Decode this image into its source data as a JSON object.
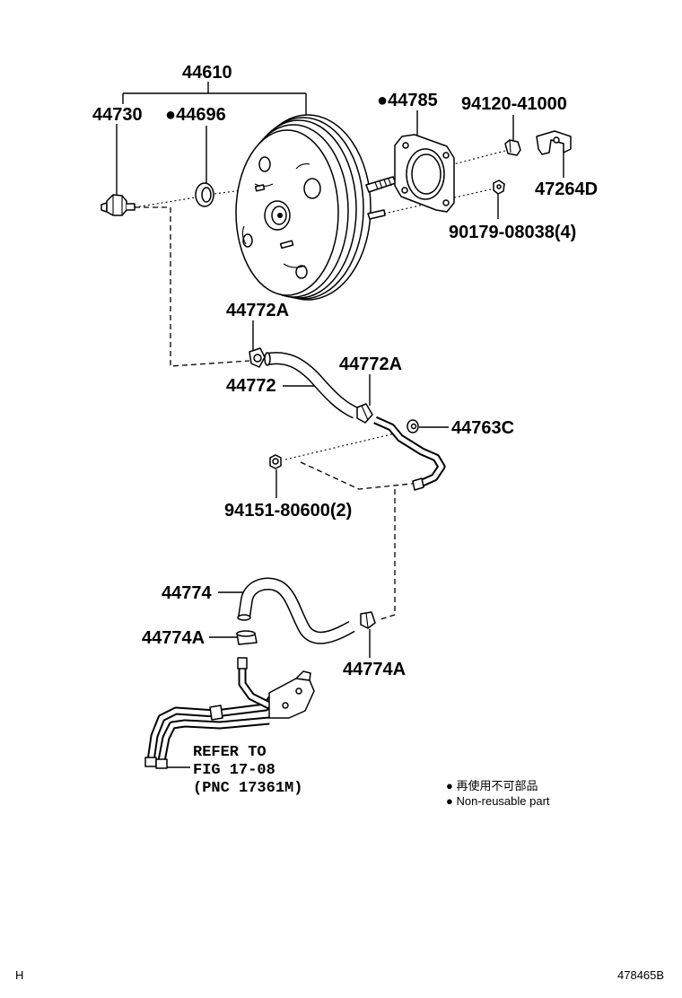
{
  "callouts": [
    "44610",
    "44730",
    "●44696",
    "●44785",
    "94120-41000",
    "47264D",
    "90179-08038(4)",
    "44772A",
    "44772A",
    "44772",
    "44763C",
    "94151-80600(2)",
    "44774",
    "44774A",
    "44774A"
  ],
  "reference": [
    "REFER TO",
    "FIG 17-08",
    "(PNC 17361M)"
  ],
  "legend": [
    "● 再使用不可部品",
    "● Non-reusable part"
  ],
  "footer": {
    "code": "H",
    "figure_number": "478465B"
  }
}
